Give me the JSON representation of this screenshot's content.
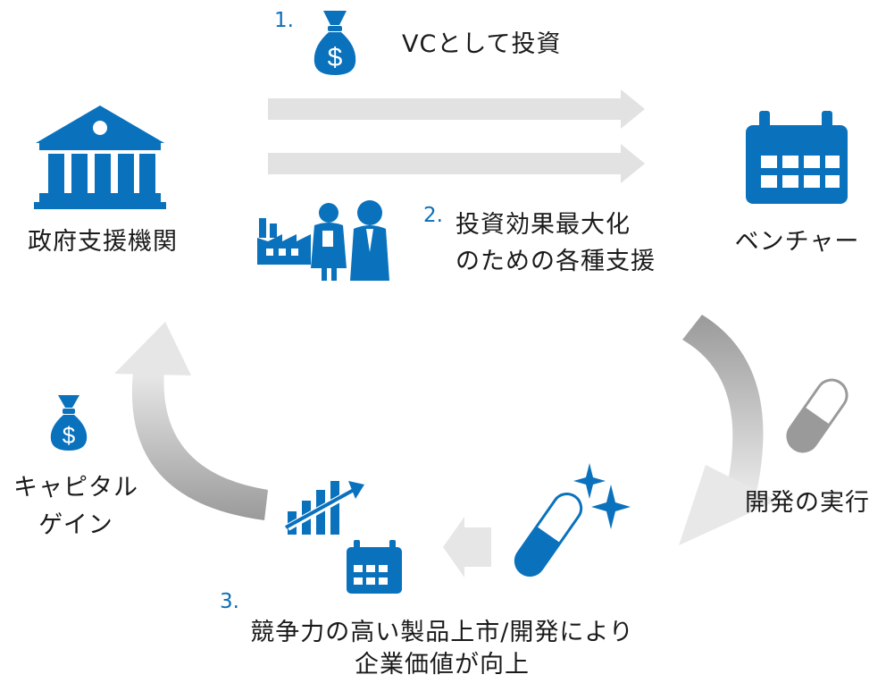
{
  "colors": {
    "accent": "#0a72bd",
    "arrow_light": "#e2e2e2",
    "arrow_dark": "#9a9a9a",
    "text": "#1a1a1a",
    "number": "#0a6fb8"
  },
  "nodes": {
    "government": {
      "label": "政府支援機関",
      "icon": "bank-building-icon"
    },
    "venture": {
      "label": "ベンチャー",
      "icon": "calendar-icon"
    }
  },
  "steps": {
    "step1": {
      "number": "1.",
      "label": "VCとして投資",
      "icon": "money-bag-icon"
    },
    "step2": {
      "number": "2.",
      "line1": "投資効果最大化",
      "line2": "のための各種支援",
      "icon": "factory-and-people-icon"
    },
    "step3": {
      "number": "3.",
      "line1": "競争力の高い製品上市/開発により",
      "line2": "企業価値が向上",
      "icons": [
        "growth-chart-icon",
        "calendar-icon"
      ]
    }
  },
  "development": {
    "label": "開発の実行",
    "icon": "capsule-icon"
  },
  "capital_gain": {
    "line1": "キャピタル",
    "line2": "ゲイン",
    "icon": "money-bag-icon"
  }
}
